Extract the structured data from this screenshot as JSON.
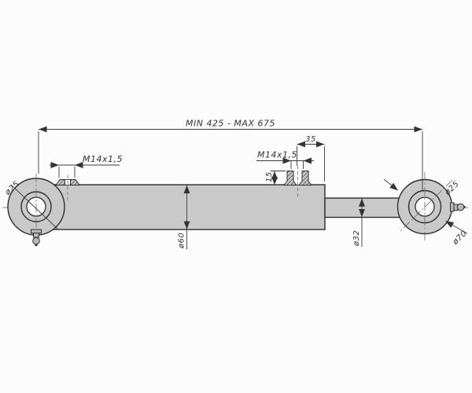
{
  "drawing": {
    "kind": "hydraulic-cylinder-dimension-drawing",
    "dimensions": {
      "overall_length": "MIN 425 - MAX 675",
      "port_left_thread": "M14x1,5",
      "port_right_thread": "M14x1,5",
      "port_right_offset_from_end": "35",
      "port_right_boss_height": "15",
      "barrel_diameter": "ø60",
      "rod_diameter": "ø32",
      "left_eye_bore": "ø25",
      "right_eye_bore": "ø25",
      "right_eye_outer_diameter": "ø70"
    },
    "colors": {
      "background": "#fcfcfc",
      "metal_fill": "#c9c9c9",
      "outline": "#2e2e2e",
      "dimension_line": "#3c3c3c"
    }
  }
}
